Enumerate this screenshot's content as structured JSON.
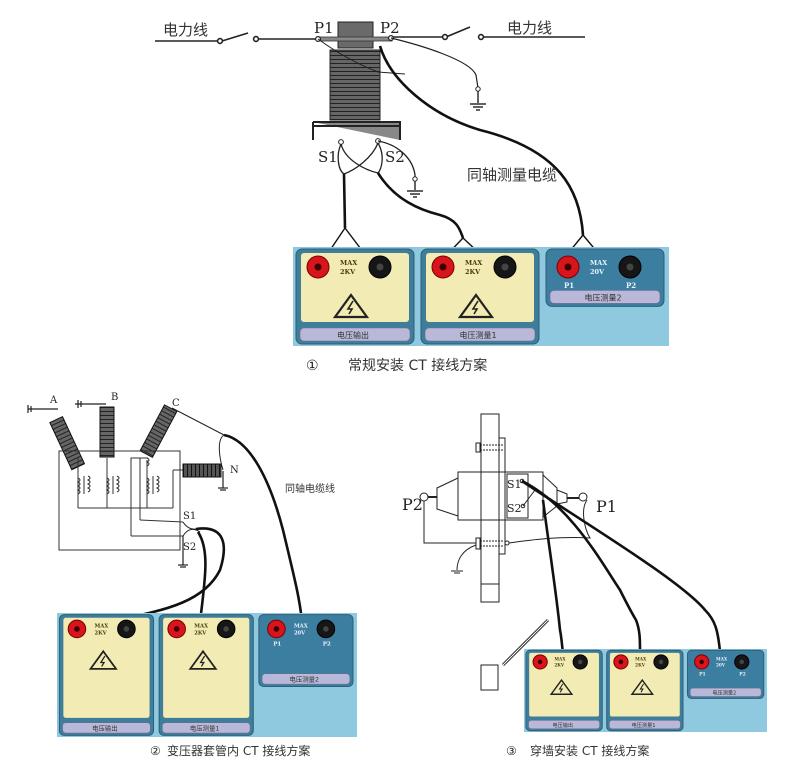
{
  "diagram1": {
    "power_line_left": "电力线",
    "power_line_right": "电力线",
    "p1_label": "P1",
    "p2_label": "P2",
    "s1_label": "S1",
    "s2_label": "S2",
    "cable_label": "同轴测量电缆",
    "caption_number": "①",
    "caption": "常规安装 CT 接线方案",
    "panels": [
      {
        "name": "电压输出",
        "max": "MAX",
        "rating": "2KV",
        "type": "hv"
      },
      {
        "name": "电压测量1",
        "max": "MAX",
        "rating": "2KV",
        "type": "hv"
      },
      {
        "name": "电压测量2",
        "max": "MAX",
        "rating": "20V",
        "type": "lv",
        "left_term": "P1",
        "right_term": "P2"
      }
    ]
  },
  "diagram2": {
    "phase_a": "A",
    "phase_b": "B",
    "phase_c": "C",
    "neutral": "N",
    "s1_label": "S1",
    "s2_label": "S2",
    "cable_label": "同轴电缆线",
    "caption_number": "②",
    "caption": "变压器套管内 CT 接线方案",
    "panels": [
      {
        "name": "电压输出",
        "max": "MAX",
        "rating": "2KV",
        "type": "hv"
      },
      {
        "name": "电压测量1",
        "max": "MAX",
        "rating": "2KV",
        "type": "hv"
      },
      {
        "name": "电压测量2",
        "max": "MAX",
        "rating": "20V",
        "type": "lv",
        "left_term": "P1",
        "right_term": "P2"
      }
    ]
  },
  "diagram3": {
    "p1_label": "P1",
    "p2_label": "P2",
    "s1_label": "S1",
    "s2_label": "S2",
    "caption_number": "③",
    "caption": "穿墙安装 CT 接线方案",
    "panels": [
      {
        "name": "电压输出",
        "max": "MAX",
        "rating": "2KV",
        "type": "hv"
      },
      {
        "name": "电压测量1",
        "max": "MAX",
        "rating": "2KV",
        "type": "hv"
      },
      {
        "name": "电压测量2",
        "max": "MAX",
        "rating": "20V",
        "type": "lv",
        "left_term": "P1",
        "right_term": "P2"
      }
    ]
  },
  "colors": {
    "panel_bg_blue": "#8ec9e0",
    "hv_panel_face": "#f2ecb4",
    "hv_panel_frame": "#3f7e9b",
    "lv_panel_face": "#3c7e9f",
    "label_strip": "#b9b8d8",
    "red_terminal": "#d8141c",
    "black_terminal": "#161616",
    "bushing_grey": "#555555",
    "wire": "#111111"
  }
}
